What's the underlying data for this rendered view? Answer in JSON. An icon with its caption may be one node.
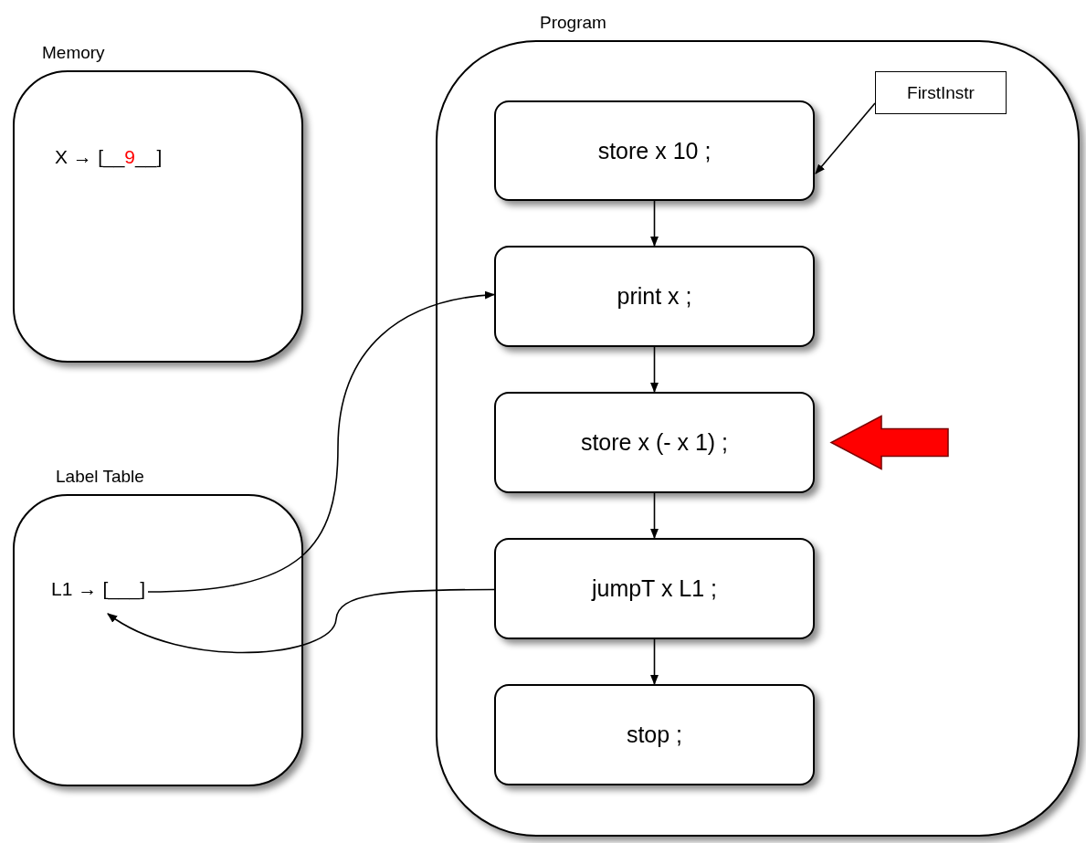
{
  "diagram": {
    "nodes": [
      {
        "text": [
          "Memory"
        ]
      },
      {
        "text": [
          "X →",
          "[__",
          "9",
          "__]"
        ],
        "in": 0
      },
      {
        "text": [
          "Label Table"
        ]
      },
      {
        "text": [
          "L1 →",
          "[___]"
        ],
        "in": 2
      },
      {
        "text": [
          "Program"
        ]
      },
      {
        "text": [
          "store x 10 ;"
        ],
        "in": 4
      },
      {
        "text": [
          "print x ;"
        ],
        "in": 4
      },
      {
        "text": [
          "store x (- x 1) ;"
        ],
        "in": 4
      },
      {
        "text": [
          "jumpT x L1 ;"
        ],
        "in": 4
      },
      {
        "text": [
          "stop ;"
        ],
        "in": 4
      },
      {
        "text": [
          "FirstInstr"
        ],
        "in": 4
      }
    ],
    "edges": [
      {
        "from": 10,
        "to": 5,
        "arrow": "to"
      },
      {
        "from": 5,
        "to": 6,
        "arrow": "to"
      },
      {
        "from": 6,
        "to": 7,
        "arrow": "to"
      },
      {
        "from": 7,
        "to": 8,
        "arrow": "to"
      },
      {
        "from": 8,
        "to": 9,
        "arrow": "to"
      },
      {
        "from": 3,
        "to": 6,
        "arrow": "to"
      },
      {
        "from": 8,
        "to": 3,
        "arrow": "to"
      },
      {
        "from": null,
        "to": 7,
        "arrow": "to",
        "style": "thick",
        "color": "#ff0000"
      }
    ]
  }
}
